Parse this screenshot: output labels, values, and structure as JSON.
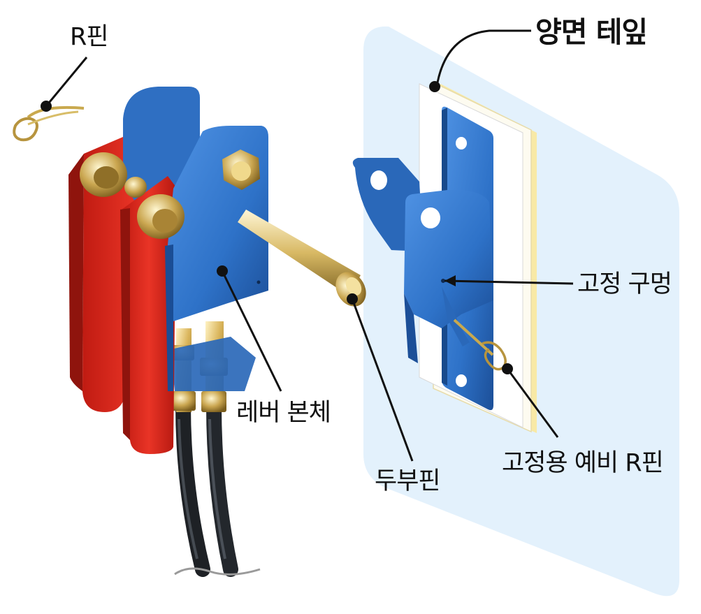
{
  "labels": {
    "r_pin": "R핀",
    "double_sided_tape": "양면 테잎",
    "fixing_hole": "고정 구멍",
    "lever_body": "레버 본체",
    "spare_r_pin": "고정용 예비 R핀",
    "head_pin": "두부핀"
  },
  "colors": {
    "panel": "#e3f1fc",
    "blue": "#2e72c8",
    "blue_dark": "#1d55a3",
    "red": "#e0261b",
    "red_dark": "#b51a12",
    "brass": "#d9b45a",
    "cable": "#1e2125",
    "tape": "#fdfbe8"
  }
}
